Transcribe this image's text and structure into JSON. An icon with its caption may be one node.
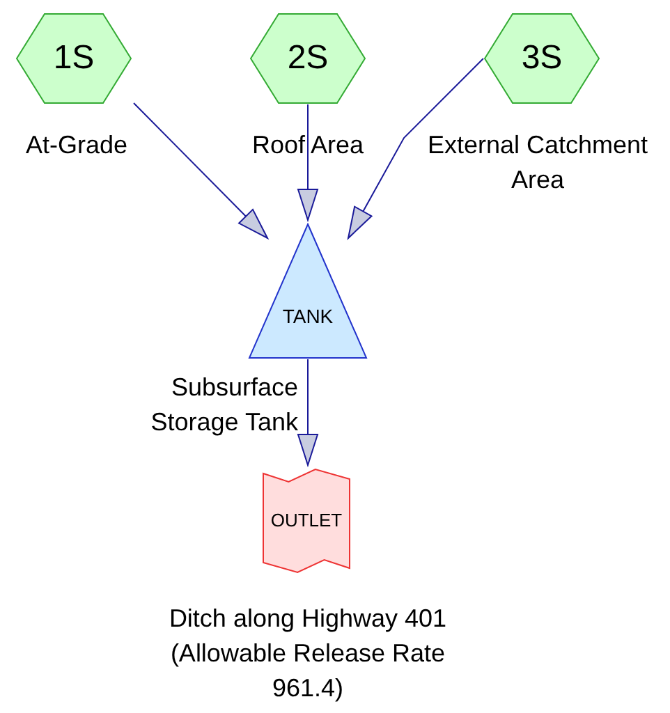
{
  "diagram": {
    "nodes": [
      {
        "text": [
          "1S"
        ],
        "beside": [
          "At-Grade"
        ]
      },
      {
        "text": [
          "2S"
        ],
        "beside": [
          "Roof Area"
        ]
      },
      {
        "text": [
          "3S"
        ],
        "beside": [
          "External Catchment Area"
        ]
      },
      {
        "text": [
          "TANK"
        ],
        "beside": [
          "Subsurface Storage Tank"
        ]
      },
      {
        "text": [
          "OUTLET"
        ],
        "beside": [
          "Ditch along Highway 401 (Allowable Release Rate 961.4)"
        ]
      }
    ],
    "edges": [
      {
        "from": 0,
        "to": 3,
        "arrow": "to"
      },
      {
        "from": 1,
        "to": 3,
        "arrow": "to"
      },
      {
        "from": 2,
        "to": 3,
        "arrow": "to"
      },
      {
        "from": 3,
        "to": 4,
        "arrow": "to"
      }
    ]
  }
}
